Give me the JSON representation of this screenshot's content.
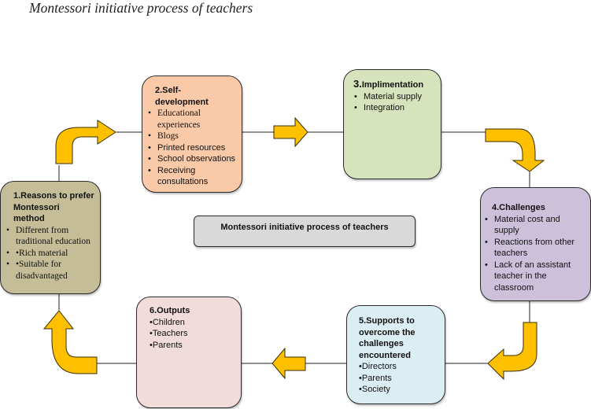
{
  "title": "Montessori initiative process of teachers",
  "center_label": "Montessori initiative process of teachers",
  "colors": {
    "arrow_fill": "#ffc000",
    "box1": "#c4bd97",
    "box2": "#fac9a8",
    "box3": "#d7e3bc",
    "box4": "#ccc0da",
    "box5": "#dbeef3",
    "box6": "#f1dcdb",
    "center": "#d9d9d9"
  },
  "steps": [
    {
      "heading": [
        "1.Reasons to prefer",
        "Montessori",
        "method"
      ],
      "items": [
        "Different from traditional education",
        "•Rich material",
        "•Suitable for disadvantaged"
      ]
    },
    {
      "heading": [
        "2.Self-",
        "development"
      ],
      "items": [
        "Educational experiences",
        "Blogs",
        "Printed resources",
        "School observations",
        "Receiving consultations"
      ]
    },
    {
      "heading_num": "3.",
      "heading_text": "Implimentation",
      "items": [
        "Material supply",
        "Integration"
      ]
    },
    {
      "heading": [
        "4.Challenges"
      ],
      "items": [
        "Material cost and supply",
        "Reactions from other teachers",
        "Lack of an assistant teacher in the classroom"
      ]
    },
    {
      "heading": [
        "5.Supports to",
        "overcome the",
        "challenges",
        "encountered"
      ],
      "items": [
        "•Directors",
        "•Parents",
        "•Society"
      ]
    },
    {
      "heading": [
        "6.Outputs"
      ],
      "items": [
        "•Children",
        "•Teachers",
        "•Parents"
      ]
    }
  ]
}
